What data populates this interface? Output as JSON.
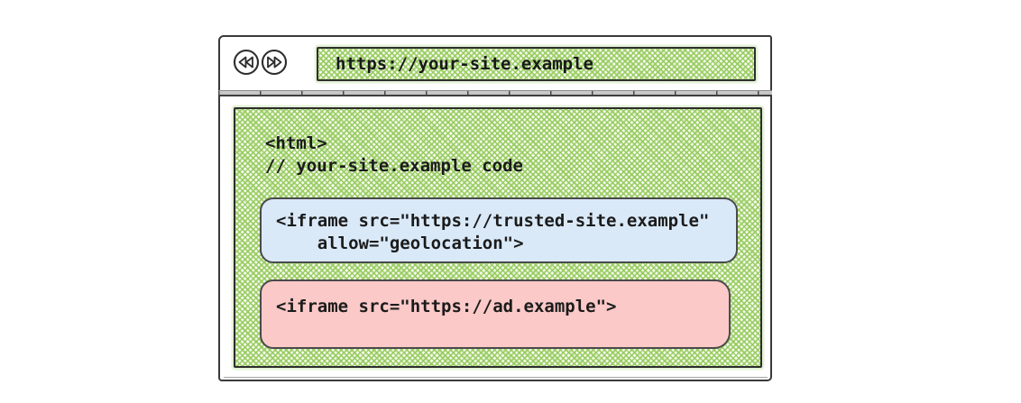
{
  "browser": {
    "url": "https://your-site.example",
    "toolbar": {
      "back_icon": "double-left-arrow",
      "forward_icon": "double-right-arrow"
    }
  },
  "page_code": {
    "line1": "<html>",
    "line2": "// your-site.example code"
  },
  "iframes": [
    {
      "name": "trusted-site-iframe",
      "line1": "<iframe src=\"https://trusted-site.example\"",
      "line2": "    allow=\"geolocation\">",
      "bg_color": "#d9e9f8"
    },
    {
      "name": "ad-iframe",
      "line1": "<iframe src=\"https://ad.example\">",
      "bg_color": "#fac9c8"
    }
  ],
  "colors": {
    "hatch_green": "#92c958",
    "trusted_box_bg": "#d9e9f8",
    "ad_box_bg": "#fac9c8",
    "frame_border": "#3a3a3a",
    "text": "#1b1b1b"
  }
}
